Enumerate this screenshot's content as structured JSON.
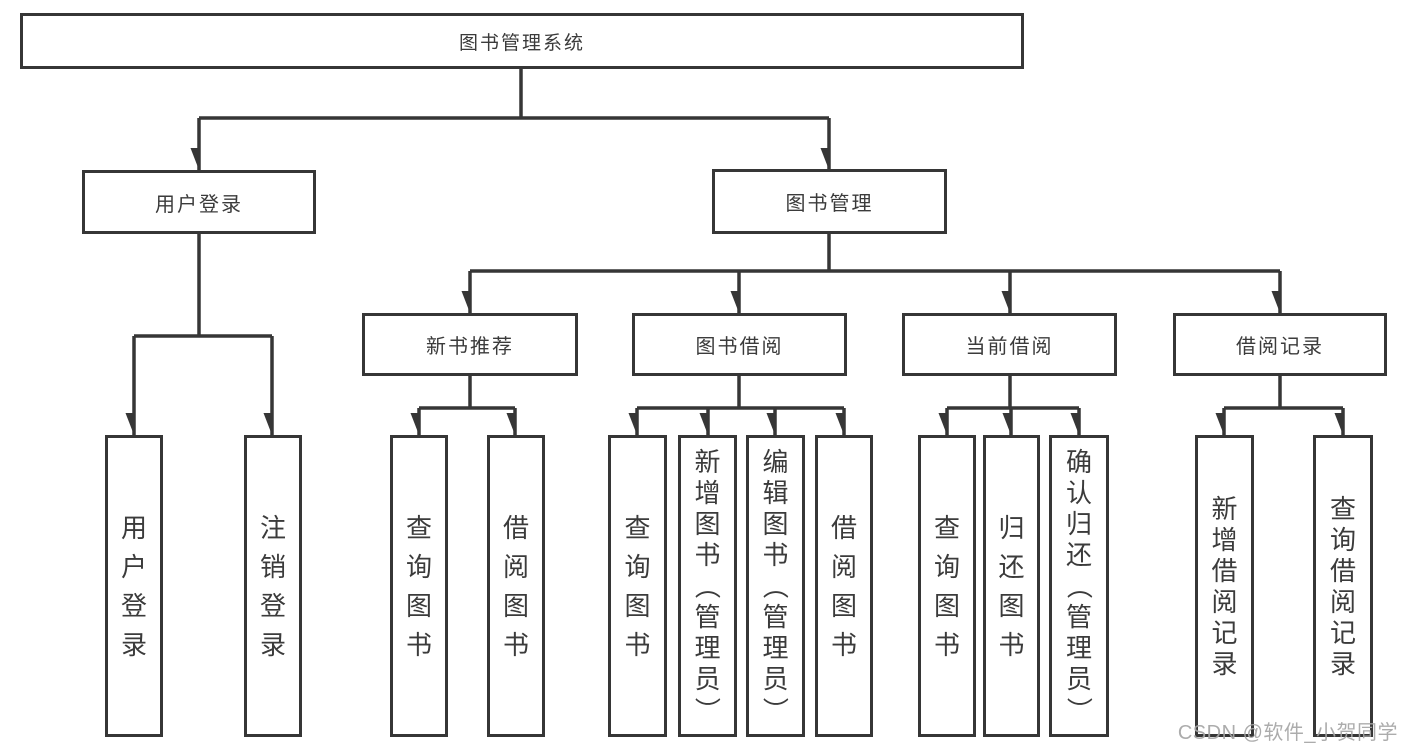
{
  "tree": {
    "root": {
      "label": "图书管理系统"
    },
    "branches": [
      {
        "label": "用户登录",
        "leaves": [
          {
            "label": "用户登录"
          },
          {
            "label": "注销登录"
          }
        ]
      },
      {
        "label": "图书管理",
        "groups": [
          {
            "label": "新书推荐",
            "leaves": [
              {
                "label": "查询图书"
              },
              {
                "label": "借阅图书"
              }
            ]
          },
          {
            "label": "图书借阅",
            "leaves": [
              {
                "label": "查询图书"
              },
              {
                "label": "新增图书（管理员）"
              },
              {
                "label": "编辑图书（管理员）"
              },
              {
                "label": "借阅图书"
              }
            ]
          },
          {
            "label": "当前借阅",
            "leaves": [
              {
                "label": "查询图书"
              },
              {
                "label": "归还图书"
              },
              {
                "label": "确认归还（管理员）"
              }
            ]
          },
          {
            "label": "借阅记录",
            "leaves": [
              {
                "label": "新增借阅记录"
              },
              {
                "label": "查询借阅记录"
              }
            ]
          }
        ]
      }
    ]
  },
  "watermark": {
    "text": "CSDN @软件_小贺同学"
  },
  "colors": {
    "line": "#363636",
    "box_border": "#363636",
    "box_fill": "#ffffff",
    "text": "#3b3b3b",
    "background": "#ffffff",
    "watermark": "#a6a6a6"
  }
}
